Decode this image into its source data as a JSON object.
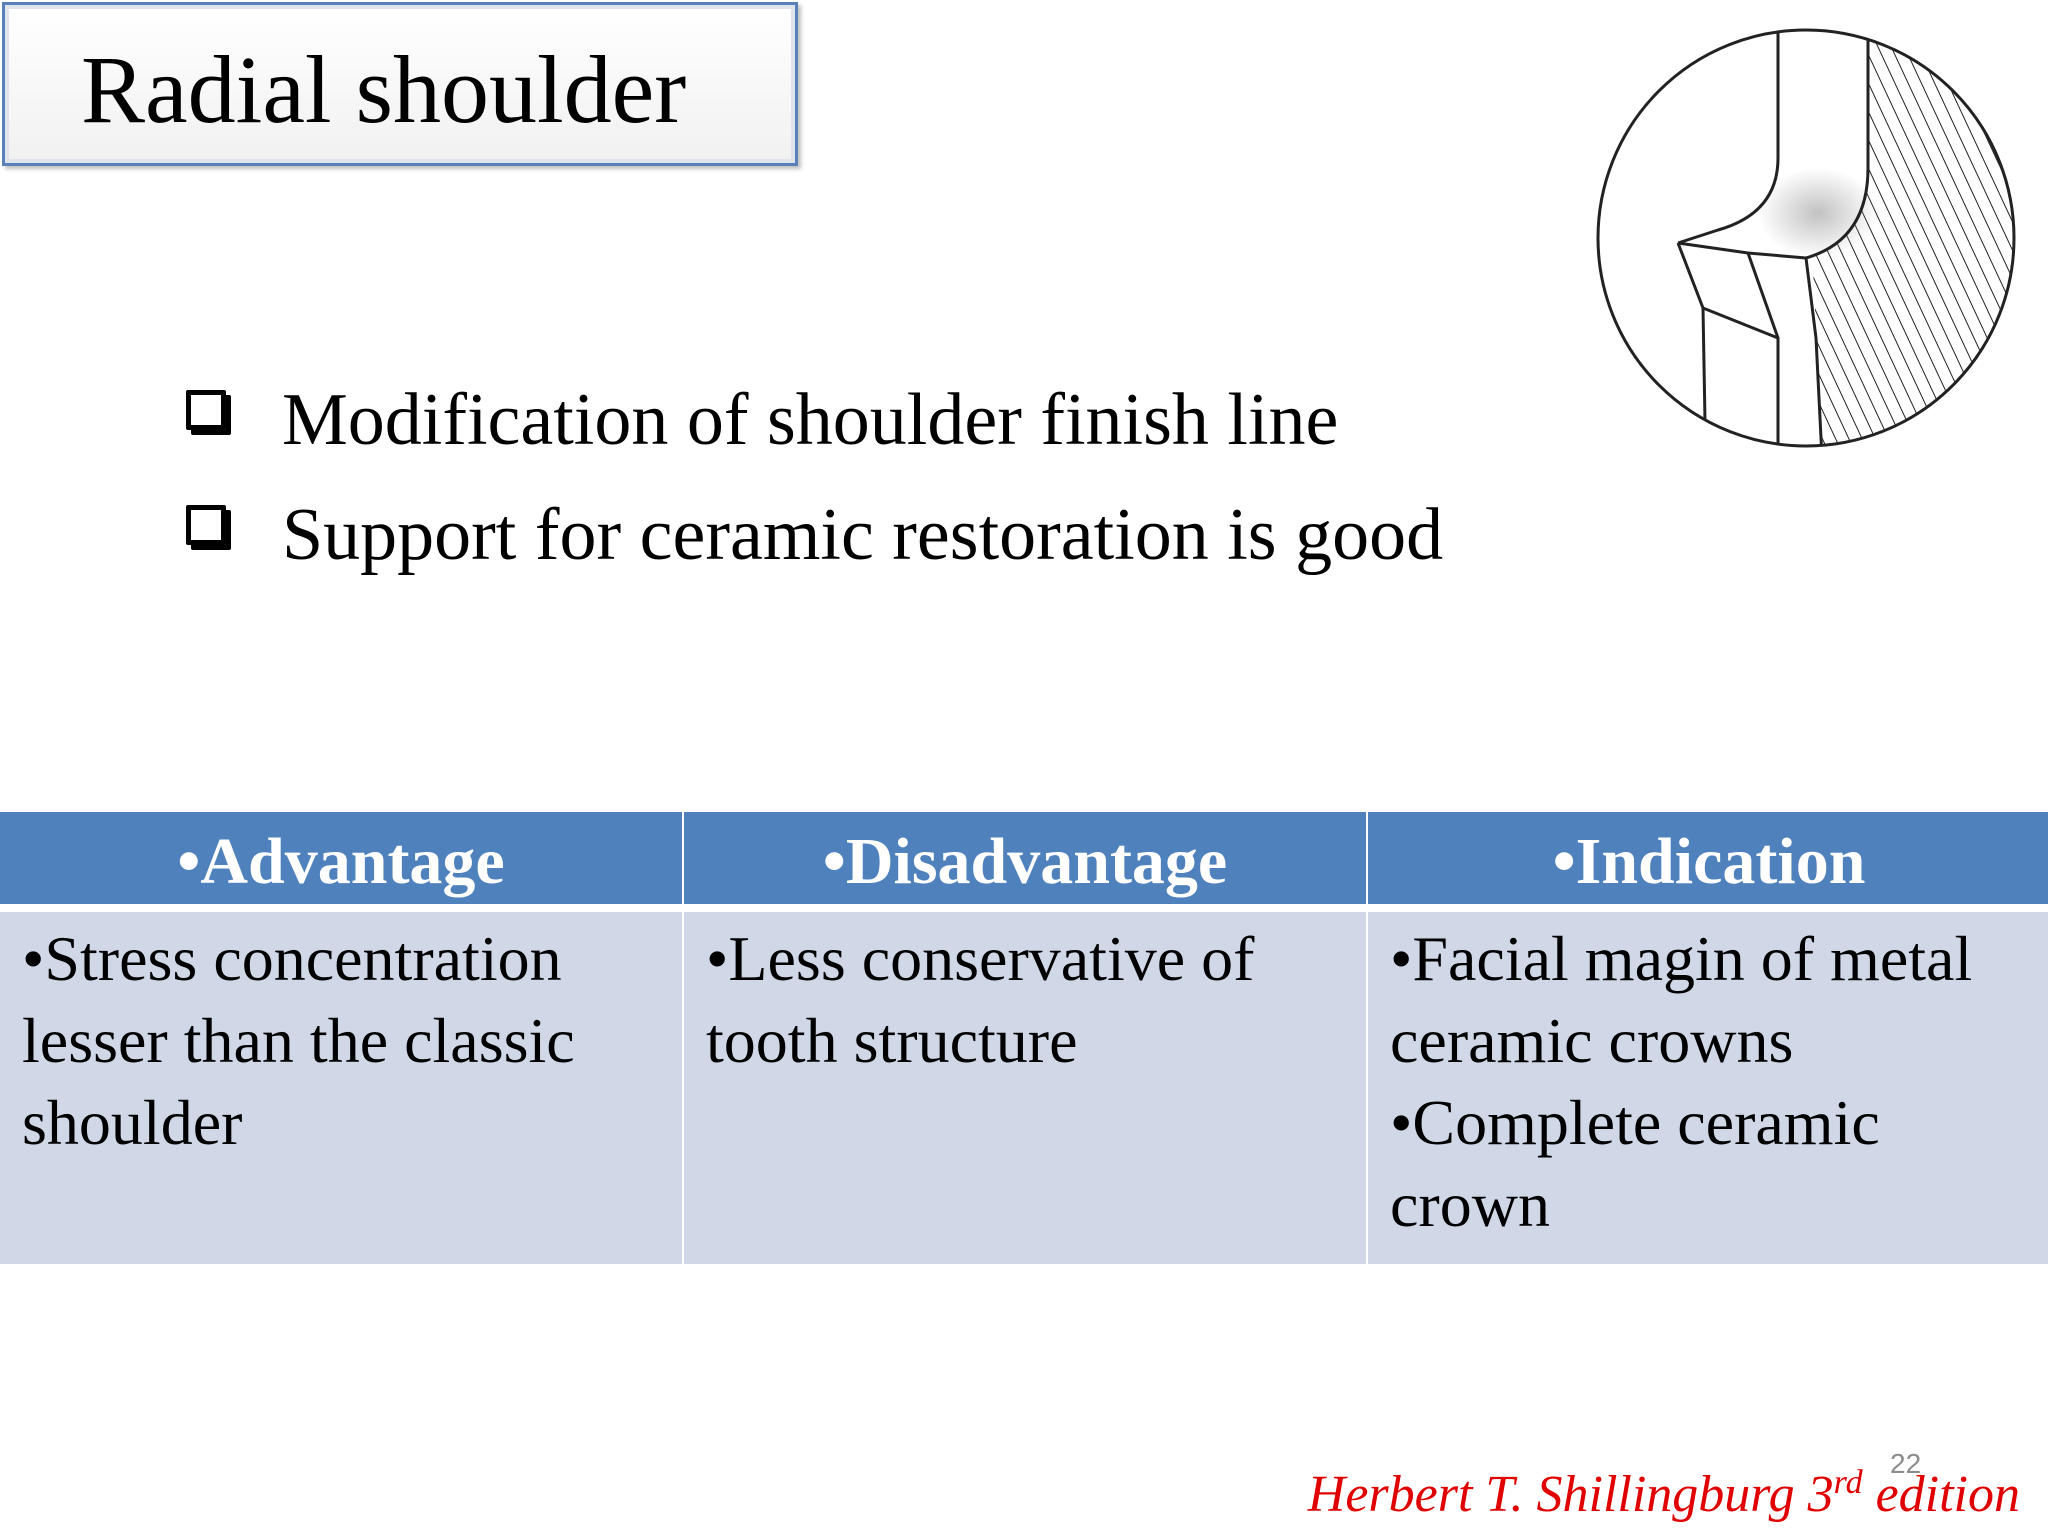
{
  "title": "Radial shoulder",
  "bullets": [
    "Modification of shoulder finish line",
    "Support for ceramic restoration is good"
  ],
  "table": {
    "headers": [
      "•Advantage",
      "•Disadvantage",
      "•Indication"
    ],
    "cells": [
      [
        "•Stress concentration",
        "lesser than the classic",
        "shoulder"
      ],
      [
        "•Less conservative of",
        "tooth structure"
      ],
      [
        "•Facial magin of metal",
        "ceramic crowns",
        "•Complete ceramic",
        "crown"
      ]
    ]
  },
  "footer": {
    "page_number": "22",
    "citation_main": "Herbert T. Shillingburg 3",
    "citation_sup": "rd",
    "citation_end": " edition"
  },
  "colors": {
    "header_fill": "#4f81bd",
    "cell_fill": "#d0d8e8",
    "citation": "#e00000"
  }
}
